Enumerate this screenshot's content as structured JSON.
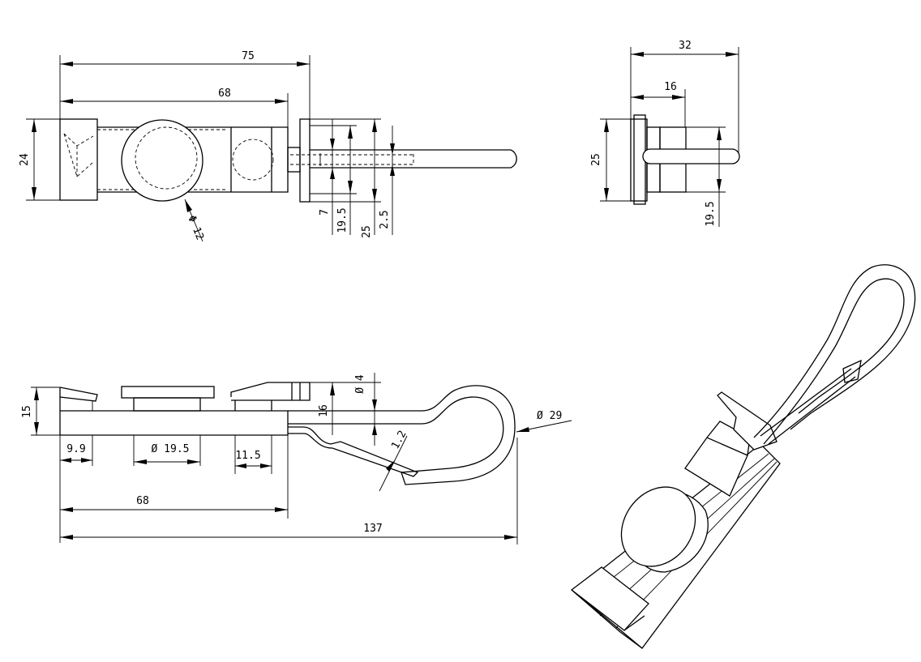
{
  "drawing": {
    "front_view": {
      "overall_length": "75",
      "body_length": "68",
      "height": "24",
      "hole_diameter": "Φ 12",
      "dim_7": "7",
      "dim_19_5": "19.5",
      "dim_25": "25",
      "dim_2_5": "2.5"
    },
    "side_view": {
      "width": "32",
      "offset": "16",
      "height": "25",
      "inner": "19.5"
    },
    "top_view": {
      "height": "15",
      "wire_diameter": "Ø 4",
      "offset_16": "16",
      "bend_radius": "1.2",
      "loop_diameter": "Ø 29",
      "end_width": "9.9",
      "disc_diameter": "Ø 19.5",
      "block_width": "11.5",
      "body_length": "68",
      "overall_length": "137"
    }
  }
}
